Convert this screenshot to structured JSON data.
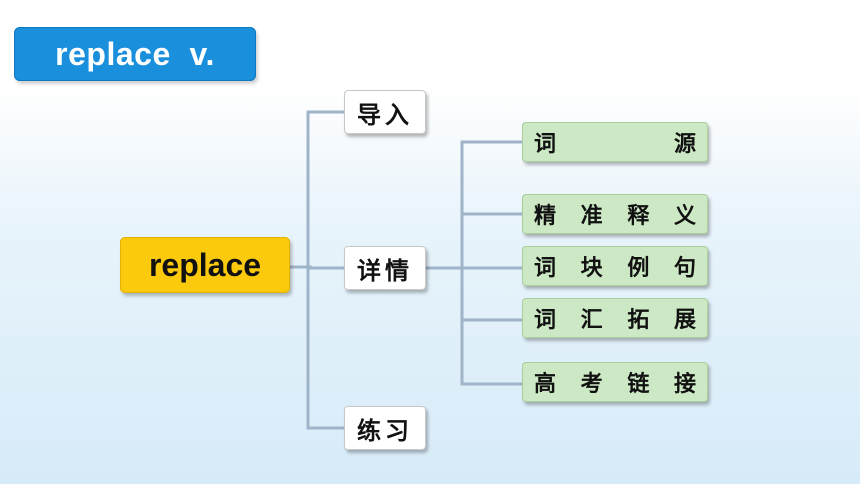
{
  "title": "replace  v.",
  "root": {
    "label": "replace"
  },
  "branches": [
    {
      "label": "导入"
    },
    {
      "label": "详情"
    },
    {
      "label": "练习"
    }
  ],
  "details": [
    {
      "chars": [
        "词",
        "源"
      ]
    },
    {
      "chars": [
        "精",
        "准",
        "释",
        "义"
      ]
    },
    {
      "chars": [
        "词",
        "块",
        "例",
        "句"
      ]
    },
    {
      "chars": [
        "词",
        "汇",
        "拓",
        "展"
      ]
    },
    {
      "chars": [
        "高",
        "考",
        "链",
        "接"
      ]
    }
  ],
  "colors": {
    "title_bg": "#1a8fdc",
    "root_bg": "#fcca0c",
    "branch_bg": "#ffffff",
    "leaf_bg": "#cde8c4",
    "connector": "#9fb4c9"
  }
}
